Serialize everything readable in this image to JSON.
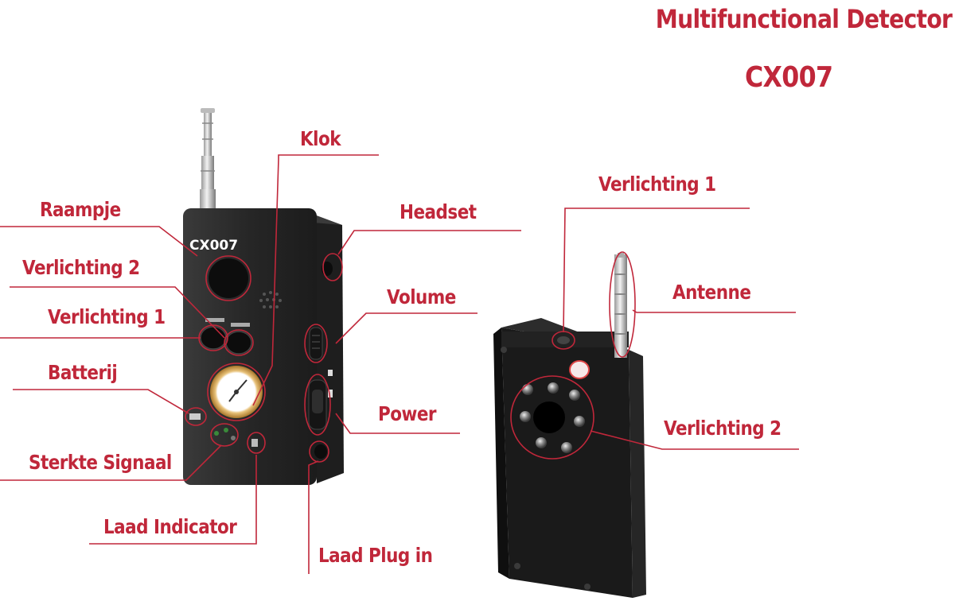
{
  "title": {
    "line1": "Multifunctional Detector",
    "line2": "CX007"
  },
  "device_front": {
    "brand_text": "CX007"
  },
  "callouts": {
    "raampje": "Raampje",
    "verlichting2_left": "Verlichting 2",
    "verlichting1_left": "Verlichting 1",
    "batterij": "Batterij",
    "sterkte_signaal": "Sterkte Signaal",
    "laad_indicator": "Laad Indicator",
    "klok": "Klok",
    "headset": "Headset",
    "volume": "Volume",
    "power": "Power",
    "laad_plug_in": "Laad Plug in",
    "verlichting1_right": "Verlichting 1",
    "antenne": "Antenne",
    "verlichting2_right": "Verlichting 2"
  },
  "colors": {
    "accent": "#c0273a",
    "device_body": "#2a2a2a",
    "background": "#ffffff"
  }
}
